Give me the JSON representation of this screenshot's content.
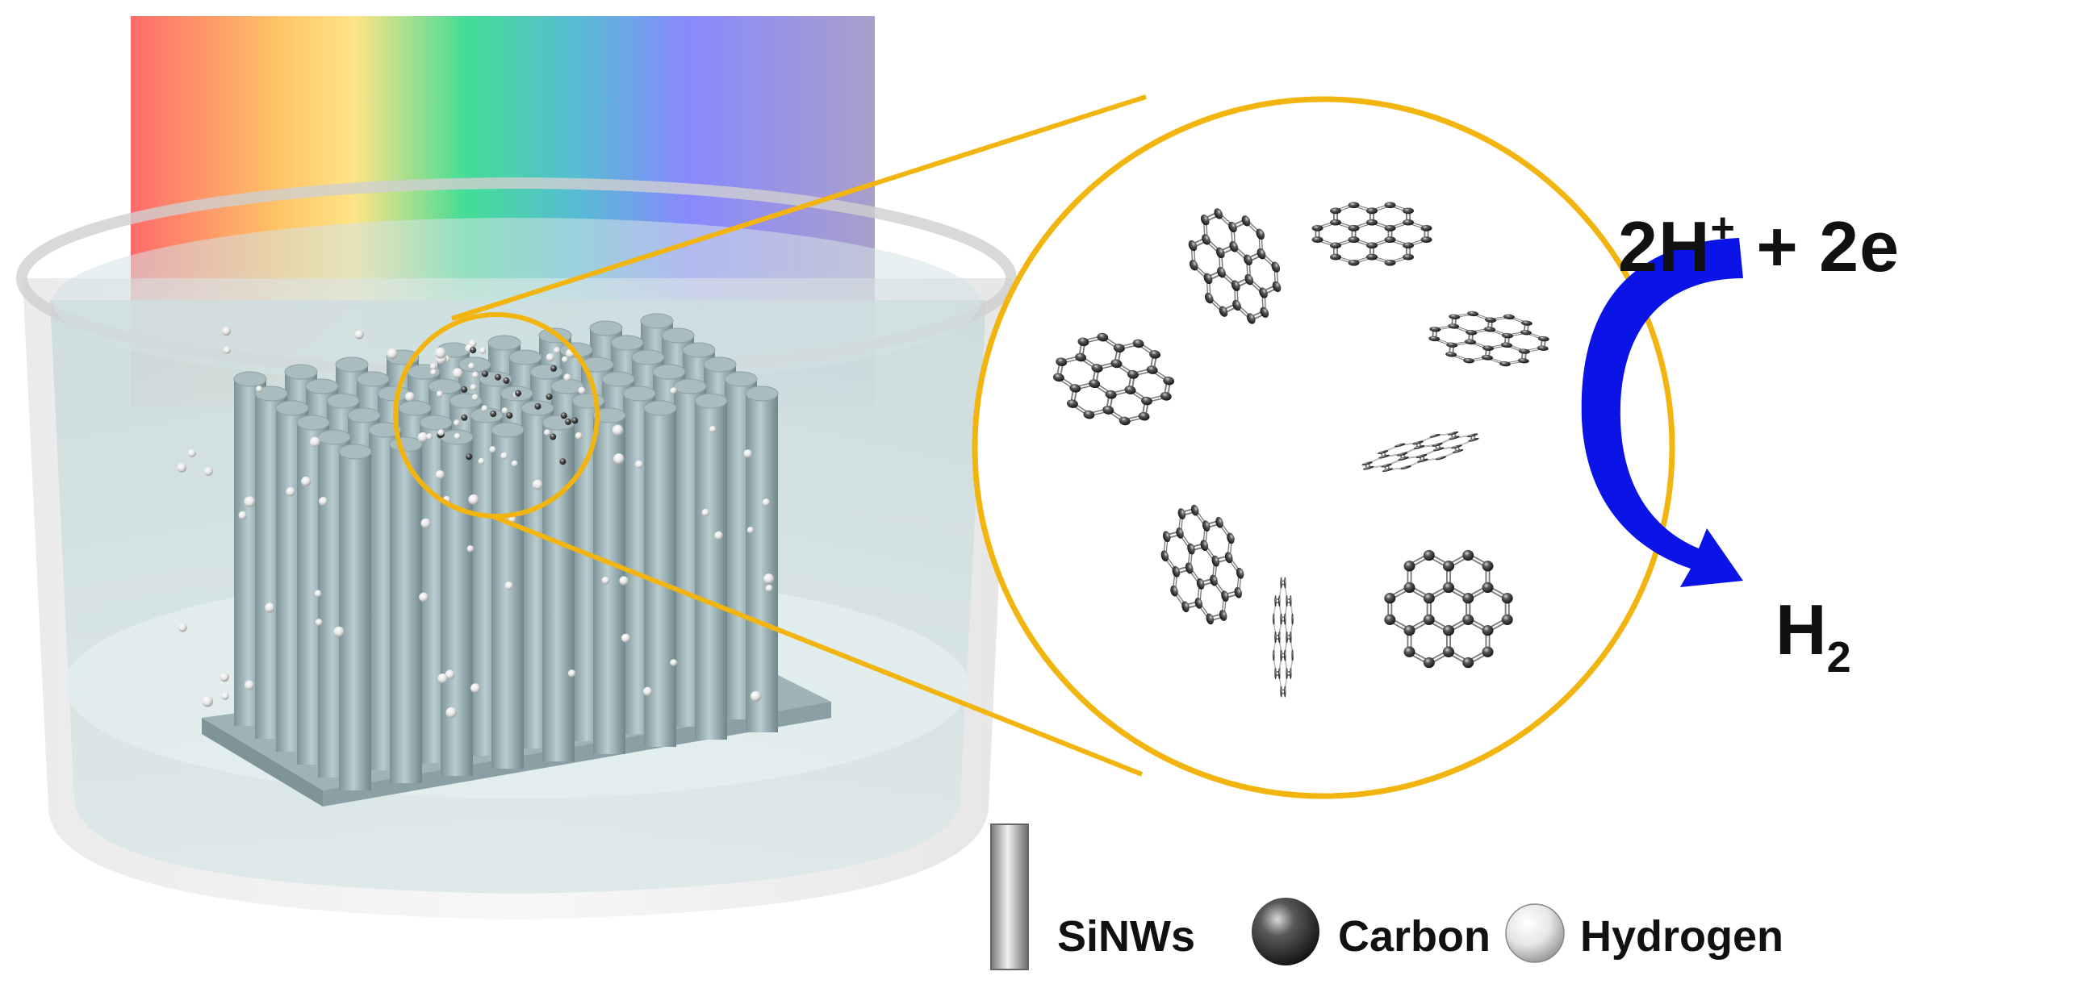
{
  "equation": {
    "reactant_main": "2H",
    "reactant_sup": "+",
    "reactant_rest": " + 2e",
    "product_main": "H",
    "product_sub": "2"
  },
  "legend": {
    "sinws": "SiNWs",
    "carbon": "Carbon",
    "hydrogen": "Hydrogen"
  },
  "colors": {
    "zoom_ring": "#F2B50F",
    "arrow": "#0B14E6",
    "nanowire": "#8FA3A8",
    "substrate": "#9AB0B6",
    "carbon_atom": "#555555",
    "hydrogen_atom": "#F4F4F4",
    "spectrum": [
      "#FF5A5A",
      "#FFC94D",
      "#FFE680",
      "#33D68A",
      "#3FB8C9",
      "#7A7CFF",
      "#9E88C9"
    ]
  },
  "icons": {
    "reaction_arrow": "curved-arrow-icon",
    "carbon": "dark-sphere-icon",
    "hydrogen": "light-sphere-icon",
    "sinws": "vertical-rod-icon"
  }
}
